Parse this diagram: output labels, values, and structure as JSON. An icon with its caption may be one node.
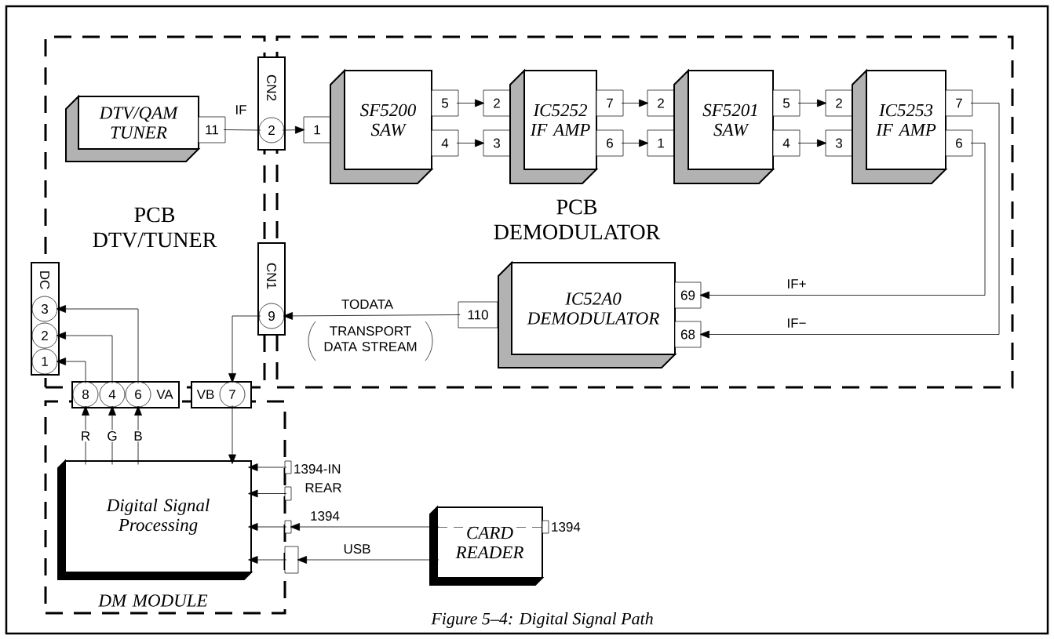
{
  "diagram": {
    "caption": "Figure 5–4: Digital Signal Path",
    "nodes": [
      {
        "text": [
          "PCB DTV/TUNER"
        ]
      },
      {
        "text": [
          "PCB DEMODULATOR"
        ]
      },
      {
        "text": [
          "DM MODULE"
        ]
      },
      {
        "text": [
          "DTV/QAM TUNER"
        ],
        "in": 0
      },
      {
        "text": [
          "11"
        ],
        "in": 0
      },
      {
        "text": [
          "CN2"
        ]
      },
      {
        "text": [
          "2"
        ],
        "in": 5
      },
      {
        "text": [
          "1"
        ],
        "in": 1
      },
      {
        "text": [
          "SF5200 SAW"
        ],
        "in": 1
      },
      {
        "text": [
          "5"
        ],
        "in": 1
      },
      {
        "text": [
          "4"
        ],
        "in": 1
      },
      {
        "text": [
          "2"
        ],
        "in": 1
      },
      {
        "text": [
          "3"
        ],
        "in": 1
      },
      {
        "text": [
          "IC5252 IF AMP"
        ],
        "in": 1
      },
      {
        "text": [
          "7"
        ],
        "in": 1
      },
      {
        "text": [
          "6"
        ],
        "in": 1
      },
      {
        "text": [
          "2"
        ],
        "in": 1
      },
      {
        "text": [
          "1"
        ],
        "in": 1
      },
      {
        "text": [
          "SF5201 SAW"
        ],
        "in": 1
      },
      {
        "text": [
          "5"
        ],
        "in": 1
      },
      {
        "text": [
          "4"
        ],
        "in": 1
      },
      {
        "text": [
          "2"
        ],
        "in": 1
      },
      {
        "text": [
          "3"
        ],
        "in": 1
      },
      {
        "text": [
          "IC5253 IF AMP"
        ],
        "in": 1
      },
      {
        "text": [
          "7"
        ],
        "in": 1
      },
      {
        "text": [
          "6"
        ],
        "in": 1
      },
      {
        "text": [
          "IC52A0 DEMODULATOR"
        ],
        "in": 1
      },
      {
        "text": [
          "69"
        ],
        "in": 1
      },
      {
        "text": [
          "68"
        ],
        "in": 1
      },
      {
        "text": [
          "110"
        ],
        "in": 1
      },
      {
        "text": [
          "CN1"
        ]
      },
      {
        "text": [
          "9"
        ],
        "in": 30
      },
      {
        "text": [
          "DC"
        ]
      },
      {
        "text": [
          "3"
        ],
        "in": 32
      },
      {
        "text": [
          "2"
        ],
        "in": 32
      },
      {
        "text": [
          "1"
        ],
        "in": 32
      },
      {
        "text": [
          "VA"
        ]
      },
      {
        "text": [
          "8"
        ],
        "in": 36
      },
      {
        "text": [
          "4"
        ],
        "in": 36
      },
      {
        "text": [
          "6"
        ],
        "in": 36
      },
      {
        "text": [
          "VB"
        ]
      },
      {
        "text": [
          "7"
        ],
        "in": 40
      },
      {
        "text": [
          "Digital Signal Processing"
        ],
        "in": 2
      },
      {
        "text": [],
        "shape": "box",
        "beside": [
          "1394-IN"
        ]
      },
      {
        "text": [],
        "shape": "box",
        "beside": [
          "REAR"
        ]
      },
      {
        "text": [],
        "shape": "box"
      },
      {
        "text": [],
        "shape": "box"
      },
      {
        "text": [
          "CARD READER"
        ]
      },
      {
        "text": [],
        "shape": "box",
        "beside": [
          "1394"
        ]
      }
    ],
    "edges": [
      {
        "from": 4,
        "to": 6,
        "arrow": "none",
        "label": "IF"
      },
      {
        "from": 6,
        "to": 7,
        "arrow": "to"
      },
      {
        "from": 9,
        "to": 11,
        "arrow": "to"
      },
      {
        "from": 10,
        "to": 12,
        "arrow": "to"
      },
      {
        "from": 14,
        "to": 16,
        "arrow": "to"
      },
      {
        "from": 15,
        "to": 17,
        "arrow": "to"
      },
      {
        "from": 19,
        "to": 21,
        "arrow": "to"
      },
      {
        "from": 20,
        "to": 22,
        "arrow": "to"
      },
      {
        "from": 25,
        "to": 27,
        "arrow": "to",
        "label": "IF+"
      },
      {
        "from": 24,
        "to": 28,
        "arrow": "to",
        "label": "IF−"
      },
      {
        "from": 29,
        "to": 31,
        "arrow": "to",
        "label": "TODATA"
      },
      {
        "from": 31,
        "to": 41,
        "arrow": "to"
      },
      {
        "from": 41,
        "to": 42,
        "arrow": "to"
      },
      {
        "from": 37,
        "to": 35,
        "arrow": "to"
      },
      {
        "from": 38,
        "to": 34,
        "arrow": "to"
      },
      {
        "from": 39,
        "to": 33,
        "arrow": "to"
      },
      {
        "from": 42,
        "to": 37,
        "arrow": "to",
        "label": "R"
      },
      {
        "from": 42,
        "to": 38,
        "arrow": "to",
        "label": "G"
      },
      {
        "from": 42,
        "to": 39,
        "arrow": "to",
        "label": "B"
      },
      {
        "from": 43,
        "to": 42,
        "arrow": "to"
      },
      {
        "from": 44,
        "to": 42,
        "arrow": "to"
      },
      {
        "from": 45,
        "to": 42,
        "arrow": "to"
      },
      {
        "from": 46,
        "to": 42,
        "arrow": "to"
      },
      {
        "from": 47,
        "to": 45,
        "arrow": "to",
        "label": "1394"
      },
      {
        "from": 47,
        "to": 46,
        "arrow": "to",
        "label": "USB"
      }
    ],
    "labels": [
      "TRANSPORT DATA STREAM"
    ]
  }
}
